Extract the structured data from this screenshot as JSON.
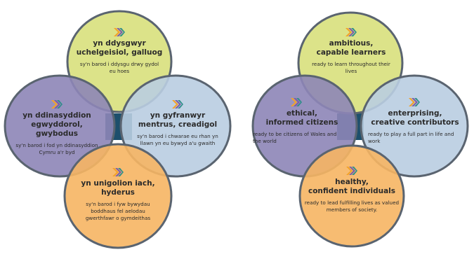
{
  "colors": {
    "top": "#d8e07c",
    "left": "#8d85b7",
    "right": "#b9cde1",
    "bottom": "#f6b563",
    "outline": "#5a6470",
    "center": "#1d4f6c",
    "logo_a": "#f2a22a",
    "logo_b": "#7b5ea7",
    "logo_c": "#2f8d8a"
  },
  "welsh": {
    "top": {
      "title_1": "yn ddysgwyr",
      "title_2": "uchelgeisiol, galluog",
      "sub_1": "sy'n barod i ddysgu drwy gydol",
      "sub_2": "eu hoes"
    },
    "left": {
      "title_1": "yn ddinasyddion",
      "title_2": "egwyddorol, gwybodus",
      "sub_1": "sy'n barod i fod yn ddinasyddion",
      "sub_2": "Cymru a'r byd"
    },
    "right": {
      "title_1": "yn gyfranwyr",
      "title_2": "mentrus, creadigol",
      "sub_1": "sy'n barod i chwarae eu rhan yn",
      "sub_2": "llawn yn eu bywyd a'u gwaith"
    },
    "bottom": {
      "title_1": "yn unigolion iach,",
      "title_2": "hyderus",
      "sub_1": "sy'n barod i fyw bywydau",
      "sub_2": "boddhaus fel aelodau",
      "sub_3": "gwerthfawr o gymdeithas"
    }
  },
  "english": {
    "top": {
      "title_1": "ambitious,",
      "title_2": "capable learners",
      "sub_1": "ready to learn throughout their",
      "sub_2": "lives"
    },
    "left": {
      "title_1": "ethical,",
      "title_2": "informed citizens",
      "sub_1": "ready to be citizens of Wales and",
      "sub_2": "the world"
    },
    "right": {
      "title_1": "enterprising,",
      "title_2": "creative contributors",
      "sub_1": "ready to play a full part in life and",
      "sub_2": "work"
    },
    "bottom": {
      "title_1": "healthy,",
      "title_2": "confident individuals",
      "sub_1": "ready to lead fulfilling lives as valued",
      "sub_2": "members of society."
    }
  }
}
